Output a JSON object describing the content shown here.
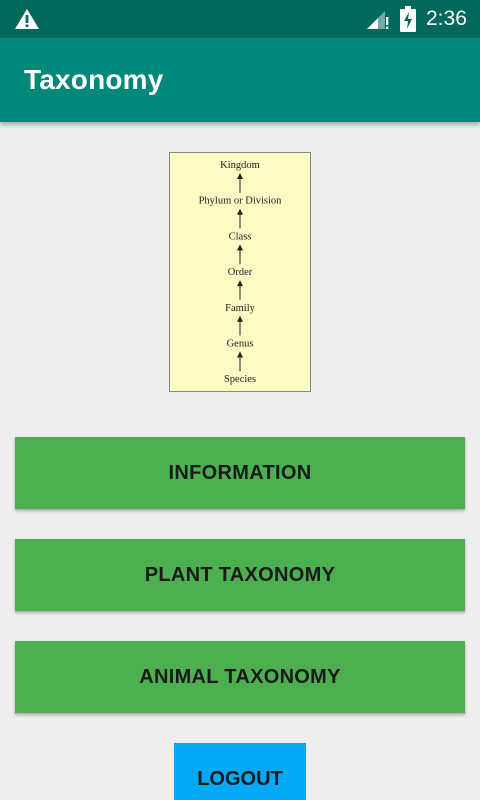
{
  "status_bar": {
    "time": "2:36",
    "icons": [
      "warning-icon",
      "signal-icon",
      "battery-charging-icon"
    ]
  },
  "app_bar": {
    "title": "Taxonomy"
  },
  "hierarchy_image": {
    "levels": [
      "Kingdom",
      "Phylum or Division",
      "Class",
      "Order",
      "Family",
      "Genus",
      "Species"
    ]
  },
  "buttons": {
    "information": "INFORMATION",
    "plant": "PLANT TAXONOMY",
    "animal": "ANIMAL TAXONOMY",
    "logout": "LOGOUT"
  },
  "colors": {
    "status_bar": "#00695c",
    "app_bar": "#00897b",
    "button_green": "#4caf50",
    "button_blue": "#03a9f4",
    "image_background": "#fff9c4"
  }
}
